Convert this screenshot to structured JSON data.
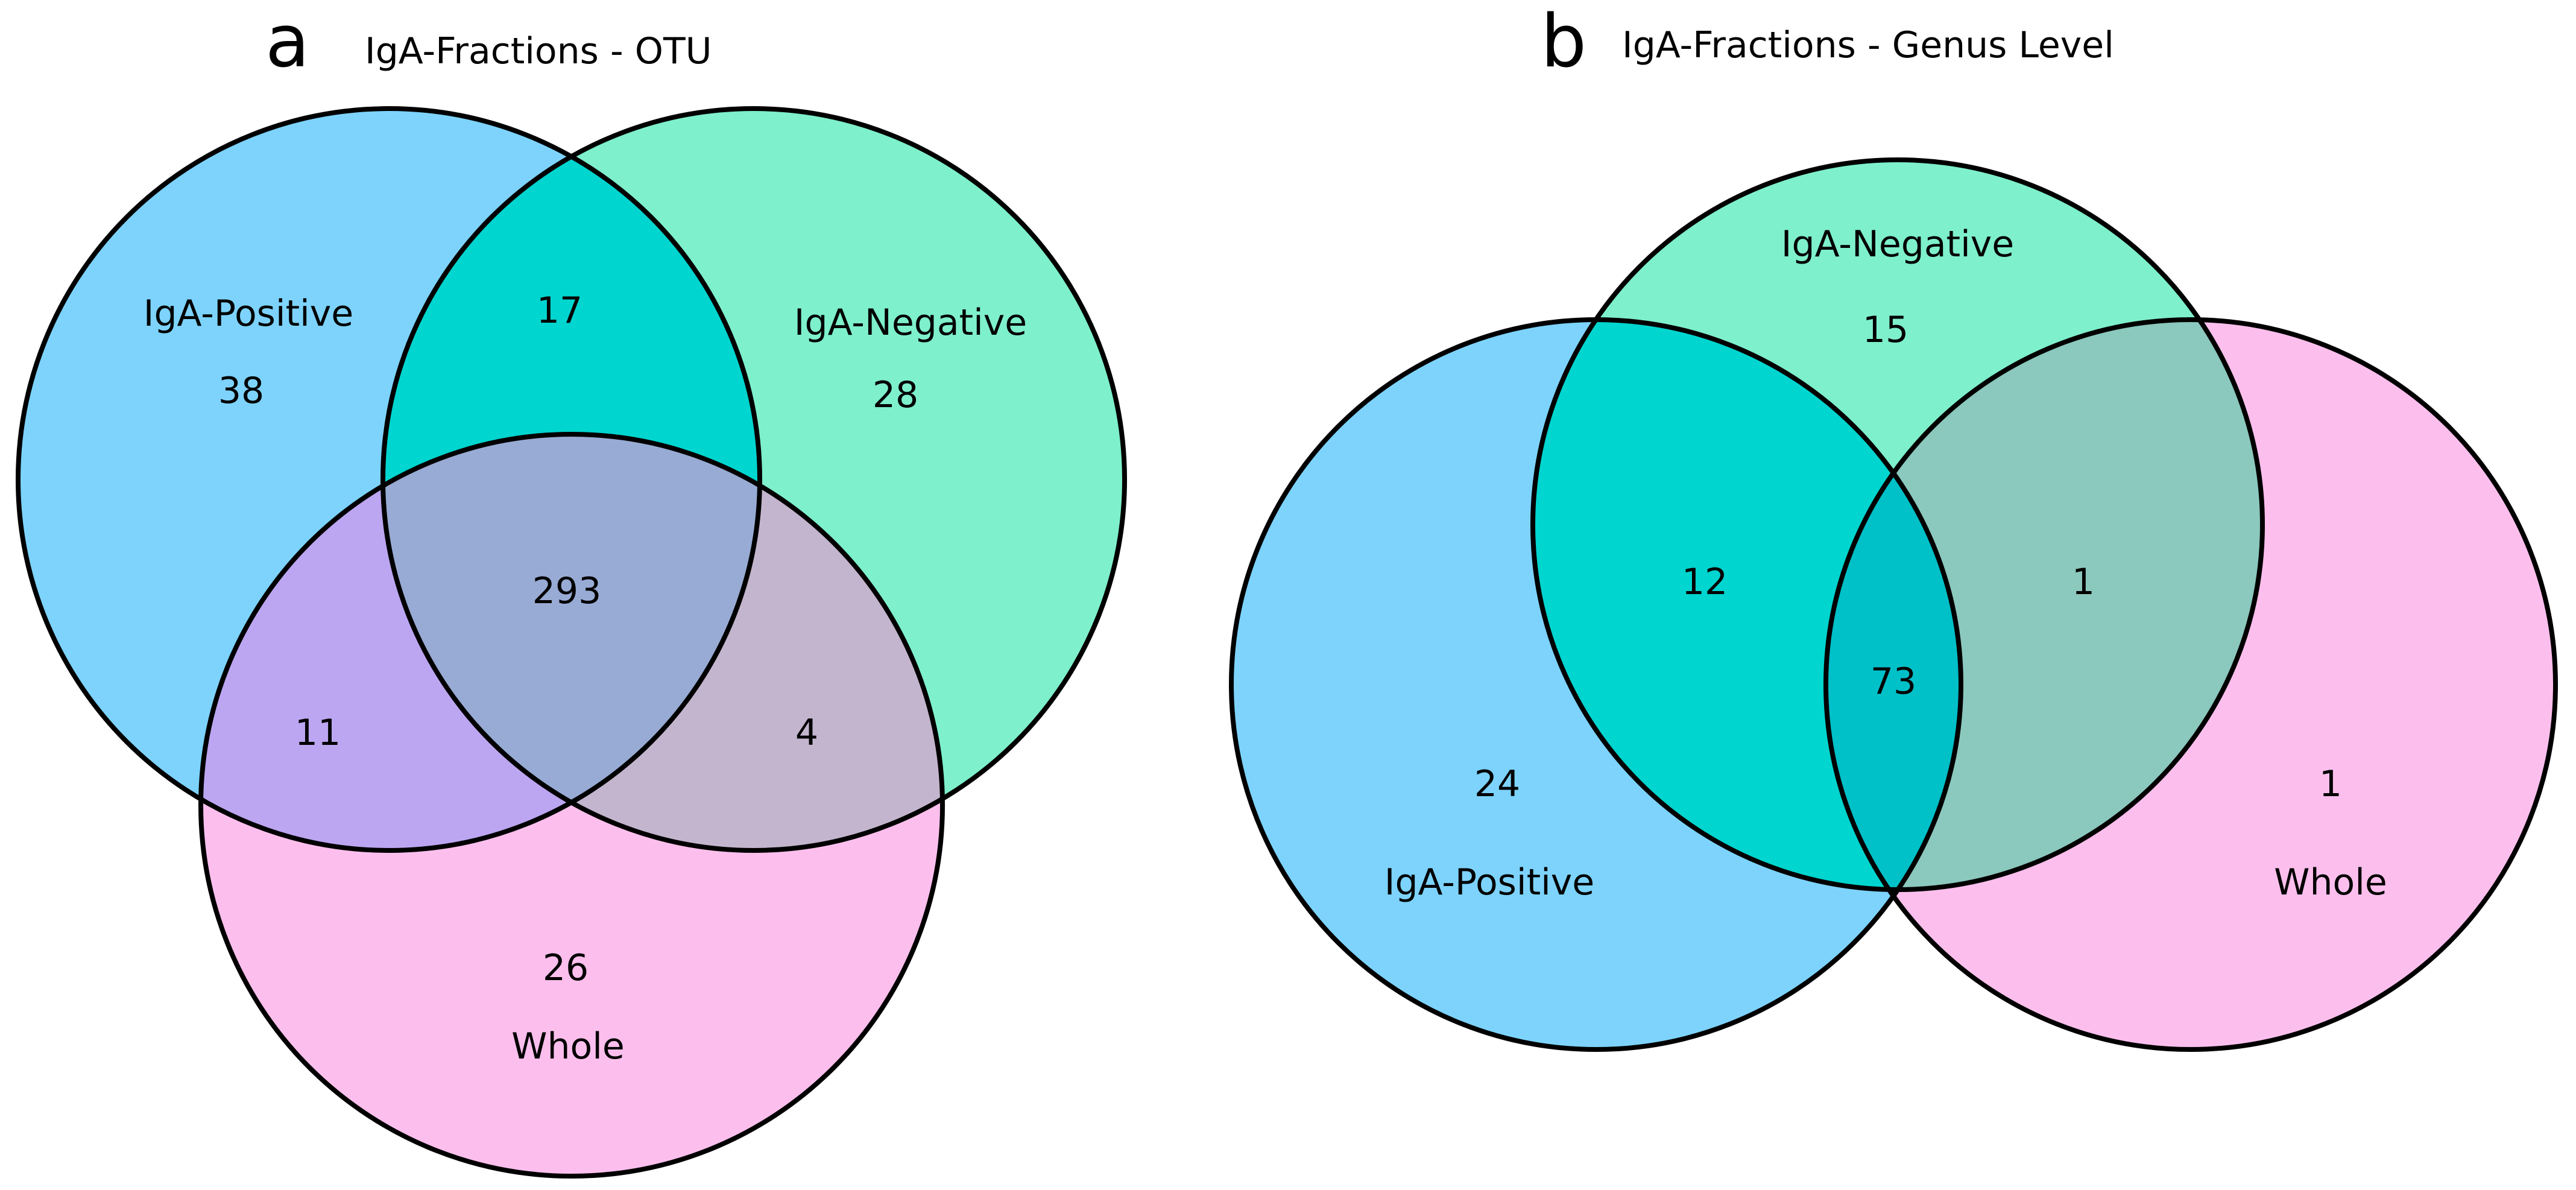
{
  "panel_a": {
    "letter": "a",
    "title": "IgA-Fractions - OTU",
    "sets": {
      "positive": "IgA-Positive",
      "negative": "IgA-Negative",
      "whole": "Whole"
    },
    "counts": {
      "positive_only": "38",
      "negative_only": "28",
      "whole_only": "26",
      "positive_negative": "17",
      "positive_whole": "11",
      "negative_whole": "4",
      "all_three": "293"
    }
  },
  "panel_b": {
    "letter": "b",
    "title": "IgA-Fractions - Genus Level",
    "sets": {
      "positive": "IgA-Positive",
      "negative": "IgA-Negative",
      "whole": "Whole"
    },
    "counts": {
      "positive_only": "24",
      "negative_only": "15",
      "whole_only": "1",
      "positive_negative": "12",
      "negative_whole": "1",
      "all_three": "73"
    }
  },
  "colors": {
    "positive": "#7dd3fc",
    "negative": "#7ef0cb",
    "whole": "#fcbfed",
    "positive_negative": "#00d5cf",
    "positive_whole": "#bca6f1",
    "negative_whole": "#c4b5ce",
    "all_three": "#98abd4",
    "b_negative_whole": "#8bc8bd",
    "b_all_three": "#00c0c8",
    "outline": "#000000"
  }
}
